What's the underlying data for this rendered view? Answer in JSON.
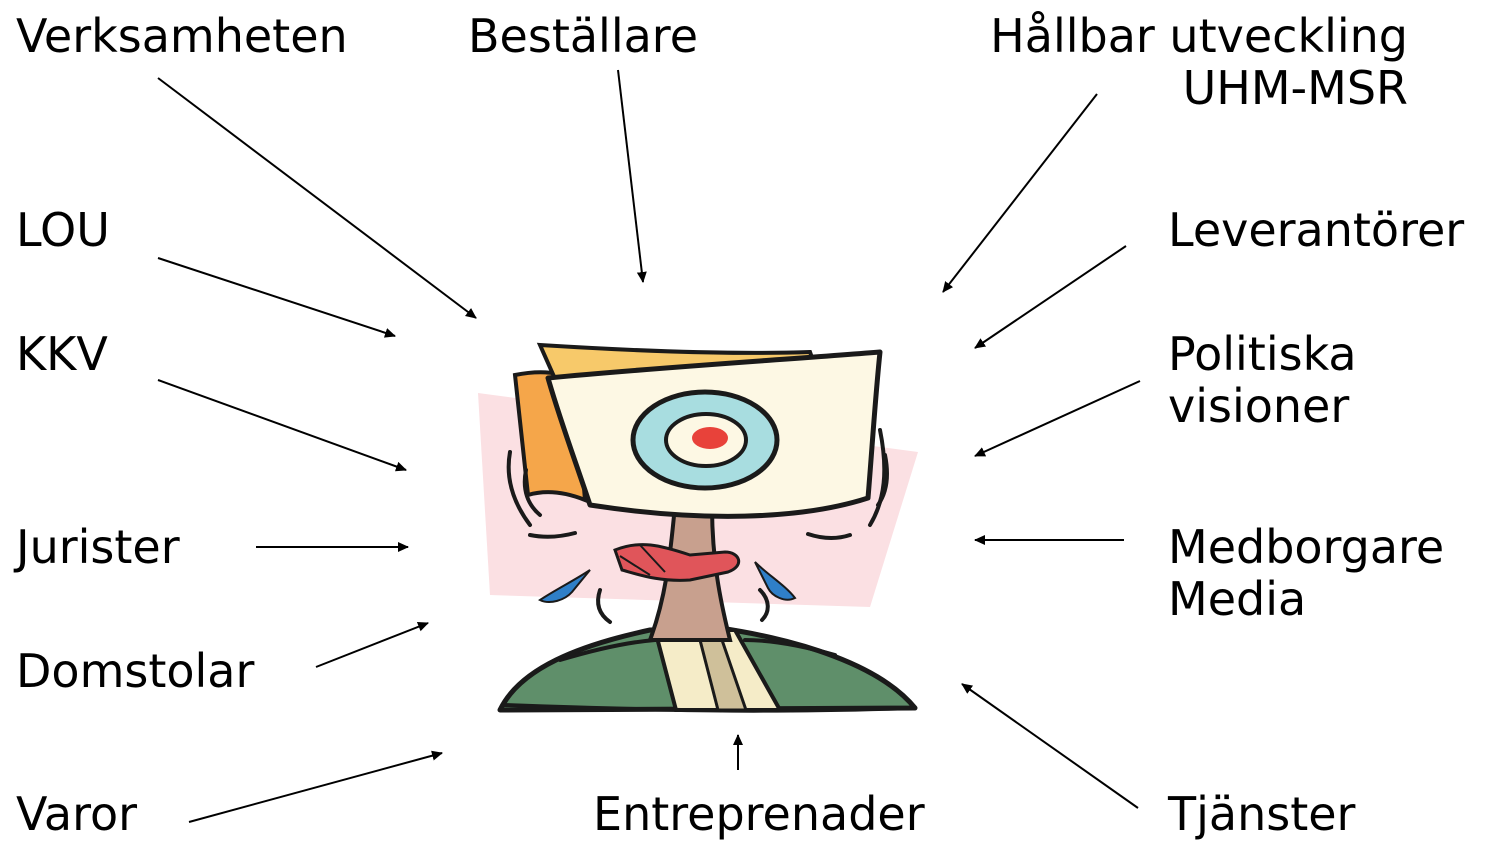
{
  "labels": {
    "verksamheten": "Verksamheten",
    "bestallare": "Beställare",
    "hallbar_line1": "Hållbar utveckling",
    "hallbar_line2": "UHM-MSR",
    "lou": "LOU",
    "kkv": "KKV",
    "jurister": "Jurister",
    "domstolar": "Domstolar",
    "varor": "Varor",
    "entreprenader": "Entreprenader",
    "leverantorer": "Leverantörer",
    "politiska_line1": "Politiska",
    "politiska_line2": "visioner",
    "medborgare_line1": "Medborgare",
    "medborgare_line2": "Media",
    "tjanster": "Tjänster"
  },
  "center_figure": "blindfolded-person-with-target-head-clipart",
  "colors": {
    "text": "#000000",
    "arrow": "#000000",
    "backdrop": "#fbe0e3",
    "paper": "#fdf8e4",
    "folder_orange": "#f5a64a",
    "folder_yellow": "#f7c96a",
    "target_ring": "#a8dde0",
    "target_center": "#e8423a",
    "neck": "#c8a08e",
    "blindfold": "#e0555a",
    "jacket": "#5f8f6a",
    "shirt": "#f5ecc8",
    "sweat": "#2f7fc8"
  }
}
